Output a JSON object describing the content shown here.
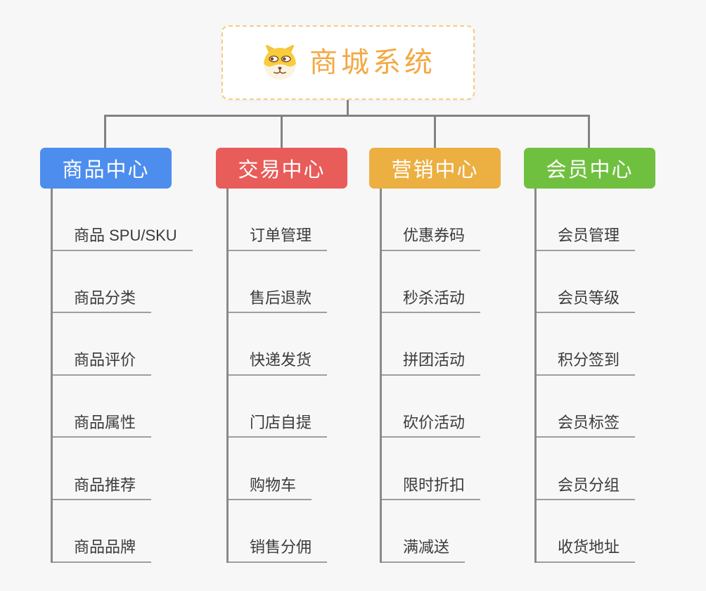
{
  "root": {
    "title": "商城系统",
    "title_color": "#F2A944",
    "border_color": "#F5CD85",
    "icon": "dog-face-icon"
  },
  "connector_color": "#828282",
  "branches": [
    {
      "label": "商品中心",
      "color": "#4D8DEE",
      "items": [
        "商品 SPU/SKU",
        "商品分类",
        "商品评价",
        "商品属性",
        "商品推荐",
        "商品品牌"
      ]
    },
    {
      "label": "交易中心",
      "color": "#E85C5A",
      "items": [
        "订单管理",
        "售后退款",
        "快递发货",
        "门店自提",
        "购物车",
        "销售分佣"
      ]
    },
    {
      "label": "营销中心",
      "color": "#ECAF41",
      "items": [
        "优惠券码",
        "秒杀活动",
        "拼团活动",
        "砍价活动",
        "限时折扣",
        "满减送"
      ]
    },
    {
      "label": "会员中心",
      "color": "#70C040",
      "items": [
        "会员管理",
        "会员等级",
        "积分签到",
        "会员标签",
        "会员分组",
        "收货地址"
      ]
    }
  ]
}
